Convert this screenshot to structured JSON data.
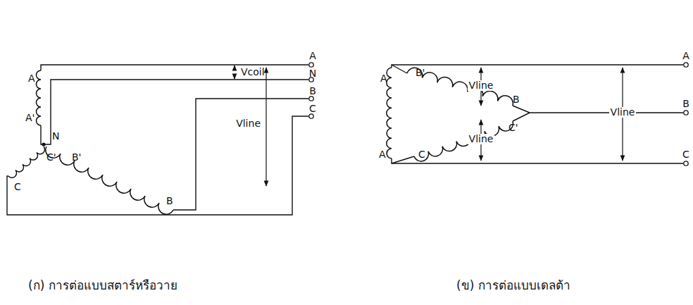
{
  "diagram": {
    "labels": [
      "A",
      "A'",
      "N",
      "C'",
      "B'",
      "C",
      "B",
      "Vcoil",
      "Vline",
      "A",
      "N",
      "B",
      "C",
      "A",
      "B'",
      "B",
      "C'",
      "A'",
      "C",
      "Vline",
      "Vline",
      "Vline",
      "A",
      "B",
      "C",
      "(ก)  การต่อแบบสตาร์หรือวาย",
      "(ข)  การต่อแบบเดลต้า"
    ]
  }
}
